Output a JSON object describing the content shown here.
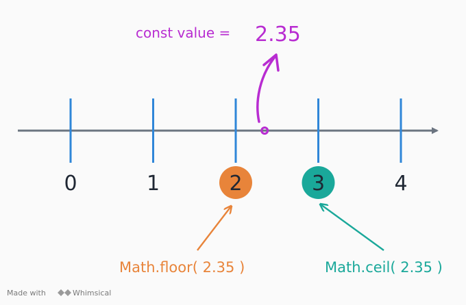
{
  "value_label": "const value =",
  "value_number": "2.35",
  "ticks": [
    "0",
    "1",
    "2",
    "3",
    "4"
  ],
  "value_position": 2.35,
  "floor": {
    "value": "2",
    "label": "Math.floor( 2.35 )",
    "color": "#e8843a"
  },
  "ceil": {
    "value": "3",
    "label": "Math.ceil( 2.35 )",
    "color": "#1aa89a"
  },
  "colors": {
    "axis": "#6b7480",
    "tick": "#2f86d8",
    "accent": "#b82cd1",
    "text": "#1f2733"
  },
  "watermark": {
    "made_with": "Made with",
    "brand": "Whimsical",
    "icon": "whimsical-logo-icon"
  }
}
